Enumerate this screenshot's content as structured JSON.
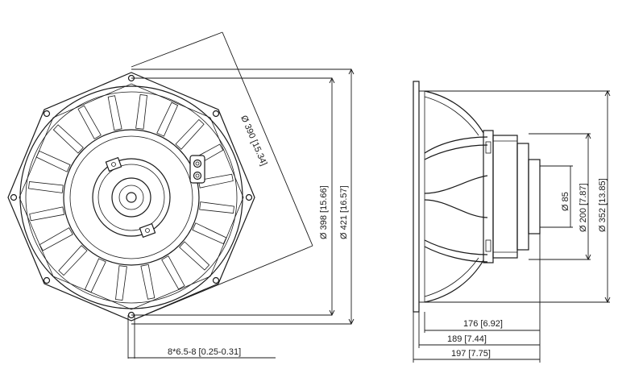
{
  "labels": {
    "dia_390": "Ø 390 [15.34]",
    "dia_398": "Ø 398 [15.66]",
    "dia_421": "Ø 421 [16.57]",
    "holes": "8*6.5-8 [0.25-0.31]",
    "dia_85": "Ø 85",
    "dia_200": "Ø 200 [7.87]",
    "dia_352": "Ø 352 [13.85]",
    "depth_176": "176 [6.92]",
    "depth_189": "189 [7.44]",
    "depth_197": "197 [7.75]"
  },
  "colors": {
    "line": "#1a1a1a",
    "background": "#ffffff"
  }
}
